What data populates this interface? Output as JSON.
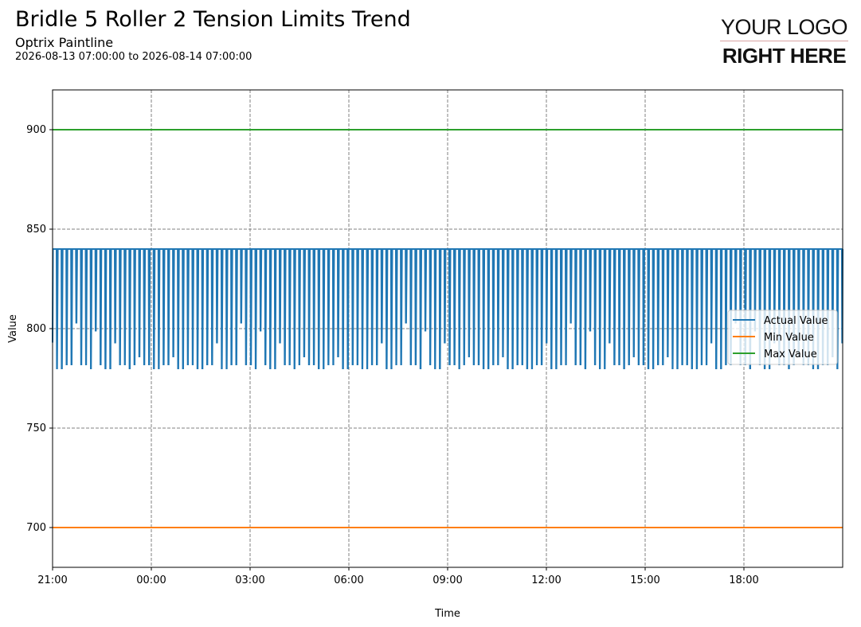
{
  "header": {
    "title": "Bridle 5 Roller 2 Tension Limits Trend",
    "subtitle": "Optrix Paintline",
    "date_range": "2026-08-13 07:00:00 to 2026-08-14 07:00:00"
  },
  "logo": {
    "line1": "YOUR LOGO",
    "line2": "RIGHT HERE"
  },
  "chart_data": {
    "type": "line",
    "xlabel": "Time",
    "ylabel": "Value",
    "x_range": [
      "2026-08-13 21:00",
      "2026-08-14 21:00"
    ],
    "xlim": [
      0,
      24
    ],
    "x_tick_labels": [
      "21:00",
      "00:00",
      "03:00",
      "06:00",
      "09:00",
      "12:00",
      "15:00",
      "18:00"
    ],
    "ylim": [
      680,
      920
    ],
    "y_ticks": [
      700,
      750,
      800,
      850,
      900
    ],
    "grid": true,
    "legend_position": "center-right",
    "series": [
      {
        "name": "Actual Value",
        "color": "#1f77b4",
        "baseline": 840,
        "dip_minima": [
          793,
          780,
          780,
          782,
          782,
          803,
          782,
          782,
          780,
          799,
          782,
          780,
          780,
          793,
          782,
          782,
          780,
          782,
          786,
          782,
          782,
          780,
          780,
          782,
          782,
          786,
          780,
          780,
          782,
          782,
          780,
          780,
          782,
          782,
          793,
          780,
          780,
          782,
          782,
          803,
          782,
          782,
          780,
          799,
          782,
          780,
          780,
          793,
          782,
          782,
          780,
          782,
          786,
          782,
          782,
          780,
          780,
          782,
          782,
          786,
          780,
          780,
          782,
          782,
          780,
          780,
          782,
          782,
          793,
          780,
          780,
          782,
          782,
          803,
          782,
          782,
          780,
          799,
          782,
          780,
          780,
          793,
          782,
          782,
          780,
          782,
          786,
          782,
          782,
          780,
          780,
          782,
          782,
          786,
          780,
          780,
          782,
          782,
          780,
          780,
          782,
          782,
          793,
          780,
          780,
          782,
          782,
          803,
          782,
          782,
          780,
          799,
          782,
          780,
          780,
          793,
          782,
          782,
          780,
          782,
          786,
          782,
          782,
          780,
          780,
          782,
          782,
          786,
          780,
          780,
          782,
          782,
          780,
          780,
          782,
          782,
          793,
          780,
          780,
          782,
          782,
          803,
          782,
          782,
          780,
          799,
          782,
          780,
          780,
          793,
          782,
          782,
          780,
          782,
          786,
          782,
          782,
          780,
          780,
          782,
          782,
          786,
          780
        ]
      },
      {
        "name": "Min Value",
        "color": "#ff7f0e",
        "value": 700
      },
      {
        "name": "Max Value",
        "color": "#2ca02c",
        "value": 900
      }
    ]
  }
}
